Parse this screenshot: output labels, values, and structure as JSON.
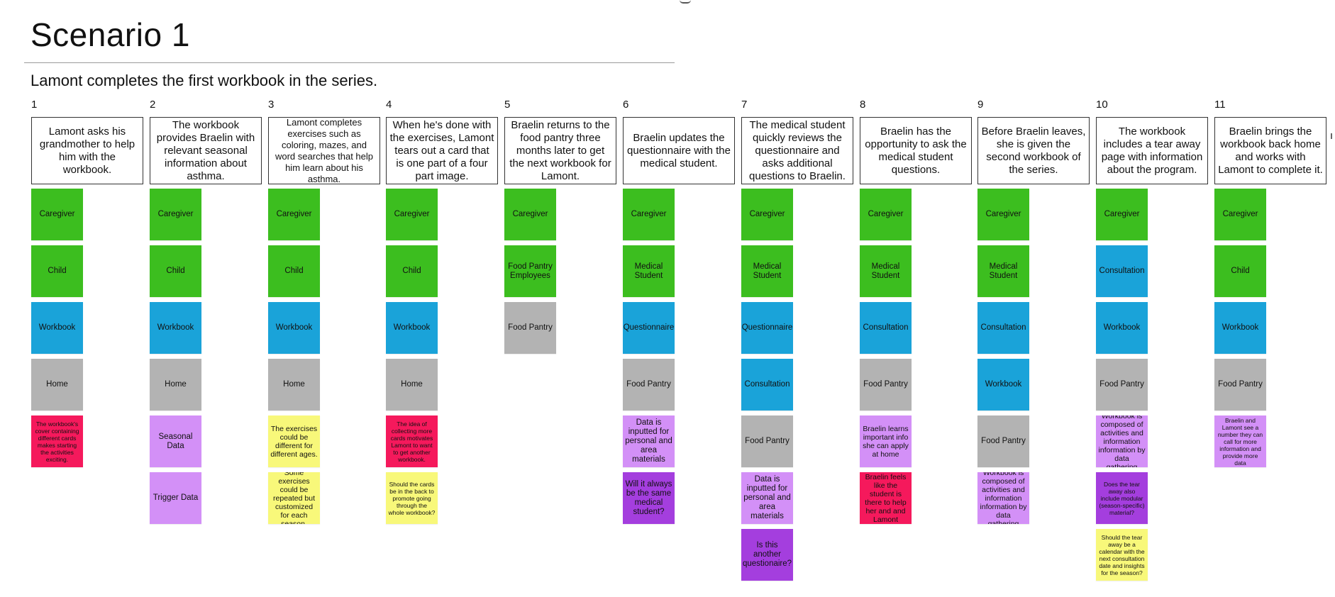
{
  "scenario": {
    "title": "Scenario 1",
    "subtitle": "Lamont completes the first workbook in the series."
  },
  "colors": {
    "green": "#3cbe1f",
    "blue": "#1aa3d9",
    "gray": "#b3b3b3",
    "pink": "#f5195c",
    "lilac": "#d390f7",
    "purple": "#a43ede",
    "yellow": "#f8f87a"
  },
  "steps": [
    {
      "number": "1",
      "text": "Lamont asks his grandmother to help him with the workbook.",
      "stickies": [
        {
          "label": "Caregiver",
          "color": "green"
        },
        {
          "label": "Child",
          "color": "green"
        },
        {
          "label": "Workbook",
          "color": "blue"
        },
        {
          "label": "Home",
          "color": "gray"
        },
        {
          "label": "The workbook's cover containing different cards makes starting the activities exciting.",
          "color": "pink",
          "size": "tiny"
        }
      ]
    },
    {
      "number": "2",
      "text": "The workbook provides Braelin with relevant seasonal information about asthma.",
      "stickies": [
        {
          "label": "Caregiver",
          "color": "green"
        },
        {
          "label": "Child",
          "color": "green"
        },
        {
          "label": "Workbook",
          "color": "blue"
        },
        {
          "label": "Home",
          "color": "gray"
        },
        {
          "label": "Seasonal Data",
          "color": "lilac"
        },
        {
          "label": "Trigger Data",
          "color": "lilac"
        }
      ]
    },
    {
      "number": "3",
      "text": "Lamont completes exercises such as coloring, mazes, and word searches that help him learn about his asthma.",
      "small": true,
      "stickies": [
        {
          "label": "Caregiver",
          "color": "green"
        },
        {
          "label": "Child",
          "color": "green"
        },
        {
          "label": "Workbook",
          "color": "blue"
        },
        {
          "label": "Home",
          "color": "gray"
        },
        {
          "label": "The exercises could be different for different ages.",
          "color": "yellow",
          "size": "note"
        },
        {
          "label": "Some exercises could be repeated but customized for each season.",
          "color": "yellow",
          "size": "note"
        }
      ]
    },
    {
      "number": "4",
      "text": "When he's done with the exercises, Lamont tears out a card that is one part of a four part image.",
      "stickies": [
        {
          "label": "Caregiver",
          "color": "green"
        },
        {
          "label": "Child",
          "color": "green"
        },
        {
          "label": "Workbook",
          "color": "blue"
        },
        {
          "label": "Home",
          "color": "gray"
        },
        {
          "label": "The idea of collecting more cards motivates Lamont to want to get another workbook.",
          "color": "pink",
          "size": "tiny"
        },
        {
          "label": "Should the cards be in the back to promote going through the whole workbook?",
          "color": "yellow",
          "size": "tiny"
        }
      ]
    },
    {
      "number": "5",
      "text": "Braelin returns to the food pantry three months later to get the next workbook for Lamont.",
      "stickies": [
        {
          "label": "Caregiver",
          "color": "green"
        },
        {
          "label": "Food Pantry Employees",
          "color": "green"
        },
        {
          "label": "Food Pantry",
          "color": "gray"
        }
      ]
    },
    {
      "number": "6",
      "text": "Braelin updates the questionnaire with the medical student.",
      "stickies": [
        {
          "label": "Caregiver",
          "color": "green"
        },
        {
          "label": "Medical Student",
          "color": "green"
        },
        {
          "label": "Questionnaire",
          "color": "blue"
        },
        {
          "label": "Food Pantry",
          "color": "gray"
        },
        {
          "label": "Data is inputted for personal and area materials",
          "color": "lilac"
        },
        {
          "label": "Will it always be the same medical student?",
          "color": "purple"
        }
      ]
    },
    {
      "number": "7",
      "text": "The medical student quickly reviews the questionnaire and asks additional questions to Braelin.",
      "stickies": [
        {
          "label": "Caregiver",
          "color": "green"
        },
        {
          "label": "Medical Student",
          "color": "green"
        },
        {
          "label": "Questionnaire",
          "color": "blue"
        },
        {
          "label": "Consultation",
          "color": "blue"
        },
        {
          "label": "Food Pantry",
          "color": "gray"
        },
        {
          "label": "Data is inputted for personal and area materials",
          "color": "lilac"
        },
        {
          "label": "Is this another questionaire?",
          "color": "purple"
        }
      ]
    },
    {
      "number": "8",
      "text": "Braelin has the opportunity to ask the medical student questions.",
      "stickies": [
        {
          "label": "Caregiver",
          "color": "green"
        },
        {
          "label": "Medical Student",
          "color": "green"
        },
        {
          "label": "Consultation",
          "color": "blue"
        },
        {
          "label": "Food Pantry",
          "color": "gray"
        },
        {
          "label": "Braelin learns important info she can apply at home",
          "color": "lilac",
          "size": "note"
        },
        {
          "label": "Braelin feels like the student is there to help her and and Lamont",
          "color": "pink",
          "size": "note"
        }
      ]
    },
    {
      "number": "9",
      "text": "Before Braelin leaves, she is given the second workbook of the series.",
      "stickies": [
        {
          "label": "Caregiver",
          "color": "green"
        },
        {
          "label": "Medical Student",
          "color": "green"
        },
        {
          "label": "Consultation",
          "color": "blue"
        },
        {
          "label": "Workbook",
          "color": "blue"
        },
        {
          "label": "Food Pantry",
          "color": "gray"
        },
        {
          "label": "Workbook is composed of activities and information information by data gathering",
          "color": "lilac",
          "size": "note"
        }
      ]
    },
    {
      "number": "10",
      "text": "The workbook includes a tear away page with information about the program.",
      "stickies": [
        {
          "label": "Caregiver",
          "color": "green"
        },
        {
          "label": "Consultation",
          "color": "blue"
        },
        {
          "label": "Workbook",
          "color": "blue"
        },
        {
          "label": "Food Pantry",
          "color": "gray"
        },
        {
          "label": "Workbook is composed of activities and information information by data gathering",
          "color": "lilac",
          "size": "note"
        },
        {
          "label": "Does the tear away also include modular (season-specific) material?",
          "color": "purple",
          "size": "tiny"
        },
        {
          "label": "Should the tear away be a calendar with the next consultation date and insights for the season?",
          "color": "yellow",
          "size": "tiny"
        }
      ]
    },
    {
      "number": "11",
      "text": "Braelin brings the workbook back home and works with Lamont to complete it.",
      "stickies": [
        {
          "label": "Caregiver",
          "color": "green"
        },
        {
          "label": "Child",
          "color": "green"
        },
        {
          "label": "Workbook",
          "color": "blue"
        },
        {
          "label": "Food Pantry",
          "color": "gray"
        },
        {
          "label": "Braelin and Lamont see a number they can call for more information and provide more data",
          "color": "lilac",
          "size": "tiny"
        }
      ]
    }
  ]
}
